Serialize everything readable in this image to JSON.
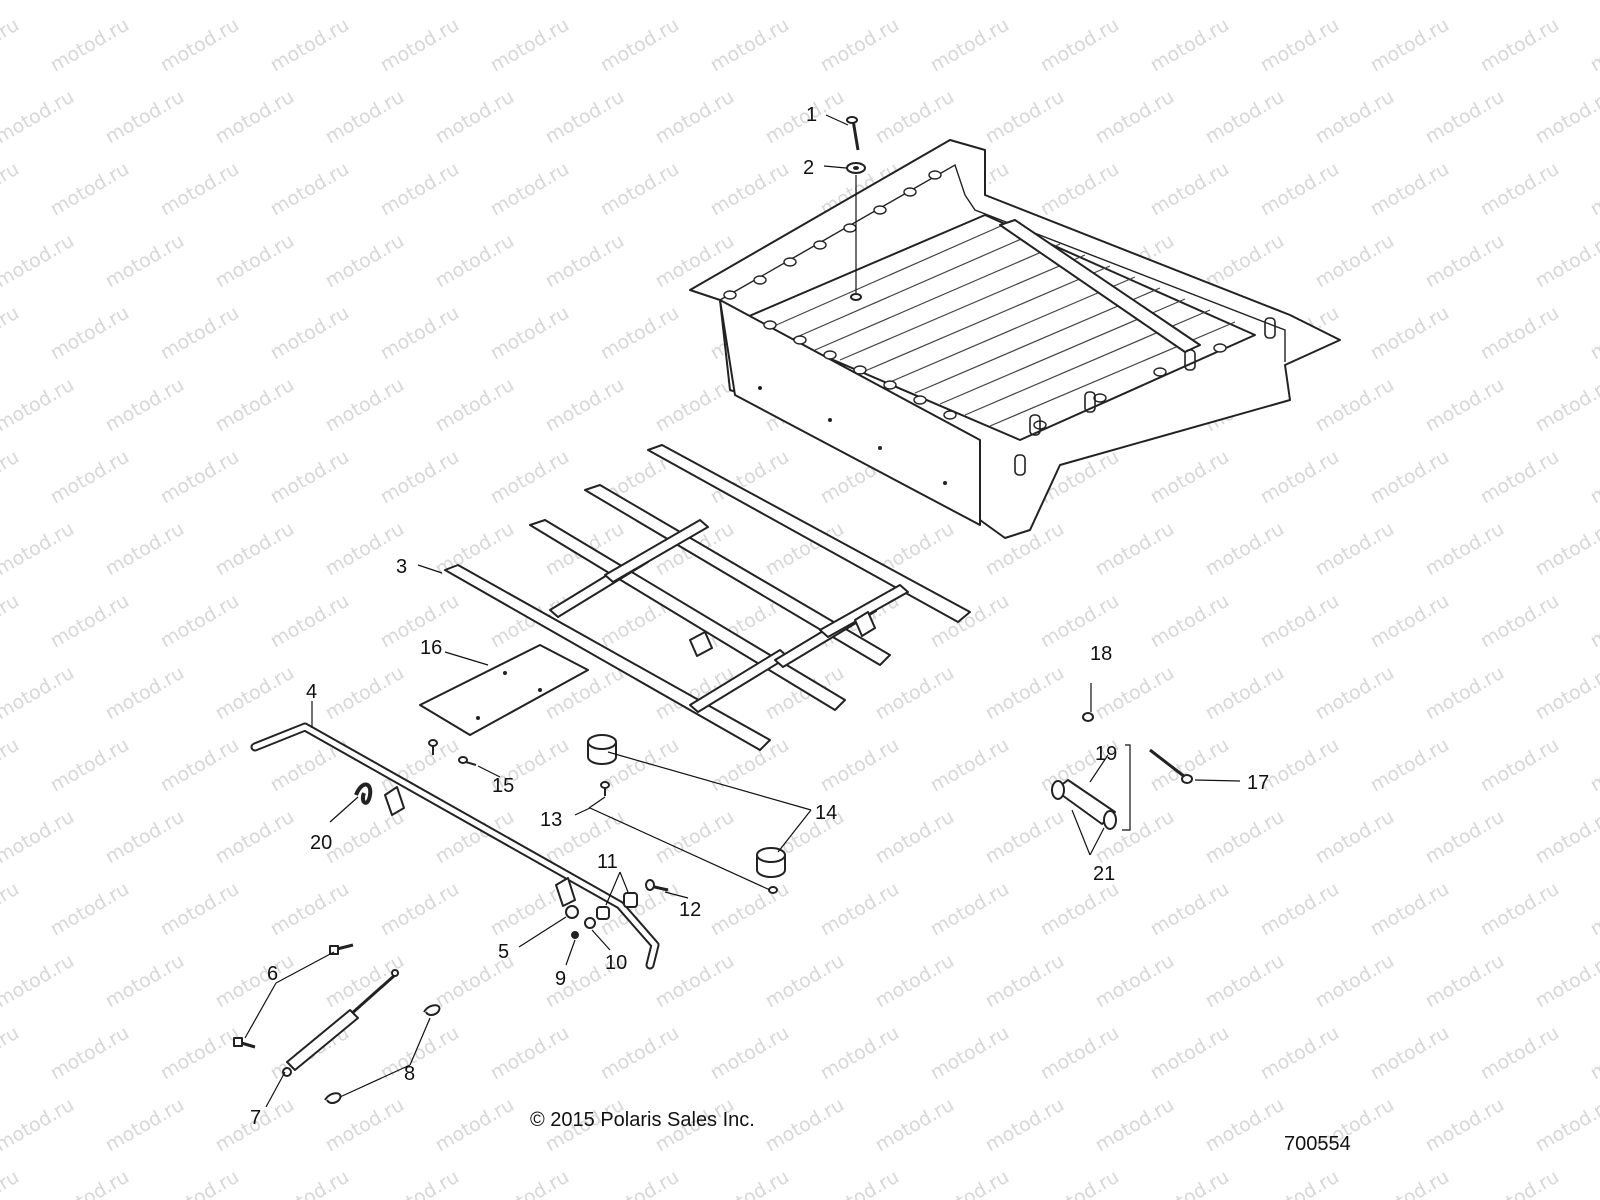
{
  "watermark": "motod.ru",
  "callouts": [
    "1",
    "2",
    "3",
    "4",
    "5",
    "6",
    "7",
    "8",
    "9",
    "10",
    "11",
    "12",
    "13",
    "14",
    "15",
    "16",
    "17",
    "18",
    "19",
    "20",
    "21"
  ],
  "copyright": "© 2015 Polaris Sales Inc.",
  "diagram_id": "700554"
}
